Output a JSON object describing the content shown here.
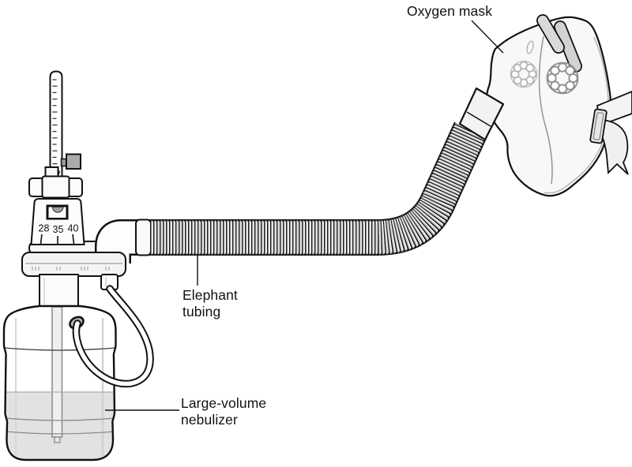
{
  "labels": {
    "oxygen_mask": "Oxygen mask",
    "elephant_tubing": [
      "Elephant",
      "tubing"
    ],
    "large_volume_nebulizer": [
      "Large-volume",
      "nebulizer"
    ]
  },
  "dial": {
    "values": [
      "28",
      "35",
      "40"
    ]
  },
  "colors": {
    "line": "#111111",
    "water": "#e2e2e2",
    "knob": "#ababab",
    "strap": "#d9d9d9",
    "background": "#ffffff"
  }
}
